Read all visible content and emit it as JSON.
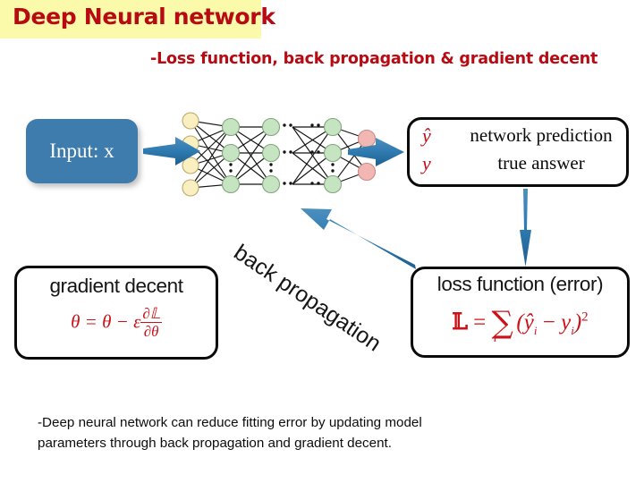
{
  "slide": {
    "title": "Deep Neural network",
    "subtitle": "-Loss function, back propagation & gradient decent",
    "title_band_color": "#FAFAAA",
    "title_color": "#B80A12",
    "background": "#FFFFFF"
  },
  "input_block": {
    "label": "Input: x",
    "fill_color": "#3E7CAD",
    "text_color": "#FFFFFF"
  },
  "network": {
    "input_layer": {
      "node_color": "#FAEFC0",
      "node_count": 4
    },
    "hidden_layers": {
      "node_color": "#C6E3C2",
      "visible_layers": 4,
      "nodes_per_layer": 3
    },
    "output_layer": {
      "node_color": "#F2B7B2",
      "node_count": 2
    },
    "horizontal_ellipsis": "..",
    "vertical_ellipsis": ":",
    "edge_color": "#141414"
  },
  "prediction_block": {
    "rows": [
      {
        "symbol": "ŷ",
        "text": "network prediction"
      },
      {
        "symbol": "y",
        "text": "true answer"
      }
    ],
    "symbol_color": "#C0111A",
    "text_color": "#0A0A0A"
  },
  "loss_block": {
    "title": "loss function (error)",
    "formula_plain": "L = Σ_i (ŷ_i − y_i)^2",
    "formula_parts": {
      "lhs": "𝕃",
      "equals": "=",
      "sum": "∑",
      "sum_index": "i",
      "open_paren": "(",
      "term_a": "ŷ",
      "term_a_sub": "i",
      "minus": "−",
      "term_b": "y",
      "term_b_sub": "i",
      "close_paren": ")",
      "power": "2"
    },
    "formula_color": "#CC1118"
  },
  "gradient_block": {
    "title": "gradient decent",
    "formula_plain": "θ = θ − ε ∂L/∂θ",
    "formula_parts": {
      "theta": "θ",
      "equals": "=",
      "minus": "−",
      "epsilon": "ε",
      "numerator": "∂𝕃",
      "denominator": "∂θ"
    },
    "formula_color": "#CC1118"
  },
  "backprop": {
    "label": "back propagation",
    "arrow_color": "#2E7AB0",
    "rotation_degrees": 34
  },
  "arrows": {
    "input_to_network": {
      "direction": "right",
      "color": "#2E7AB0"
    },
    "network_to_prediction": {
      "direction": "right",
      "color": "#2E7AB0"
    },
    "prediction_to_loss": {
      "direction": "down",
      "color": "#2E7AB0"
    },
    "loss_to_gradient": {
      "direction": "up-left",
      "color": "#2E7AB0"
    }
  },
  "caption": {
    "line1": "-Deep neural network can reduce fitting error by updating model",
    "line2": "parameters through back propagation and gradient decent."
  }
}
